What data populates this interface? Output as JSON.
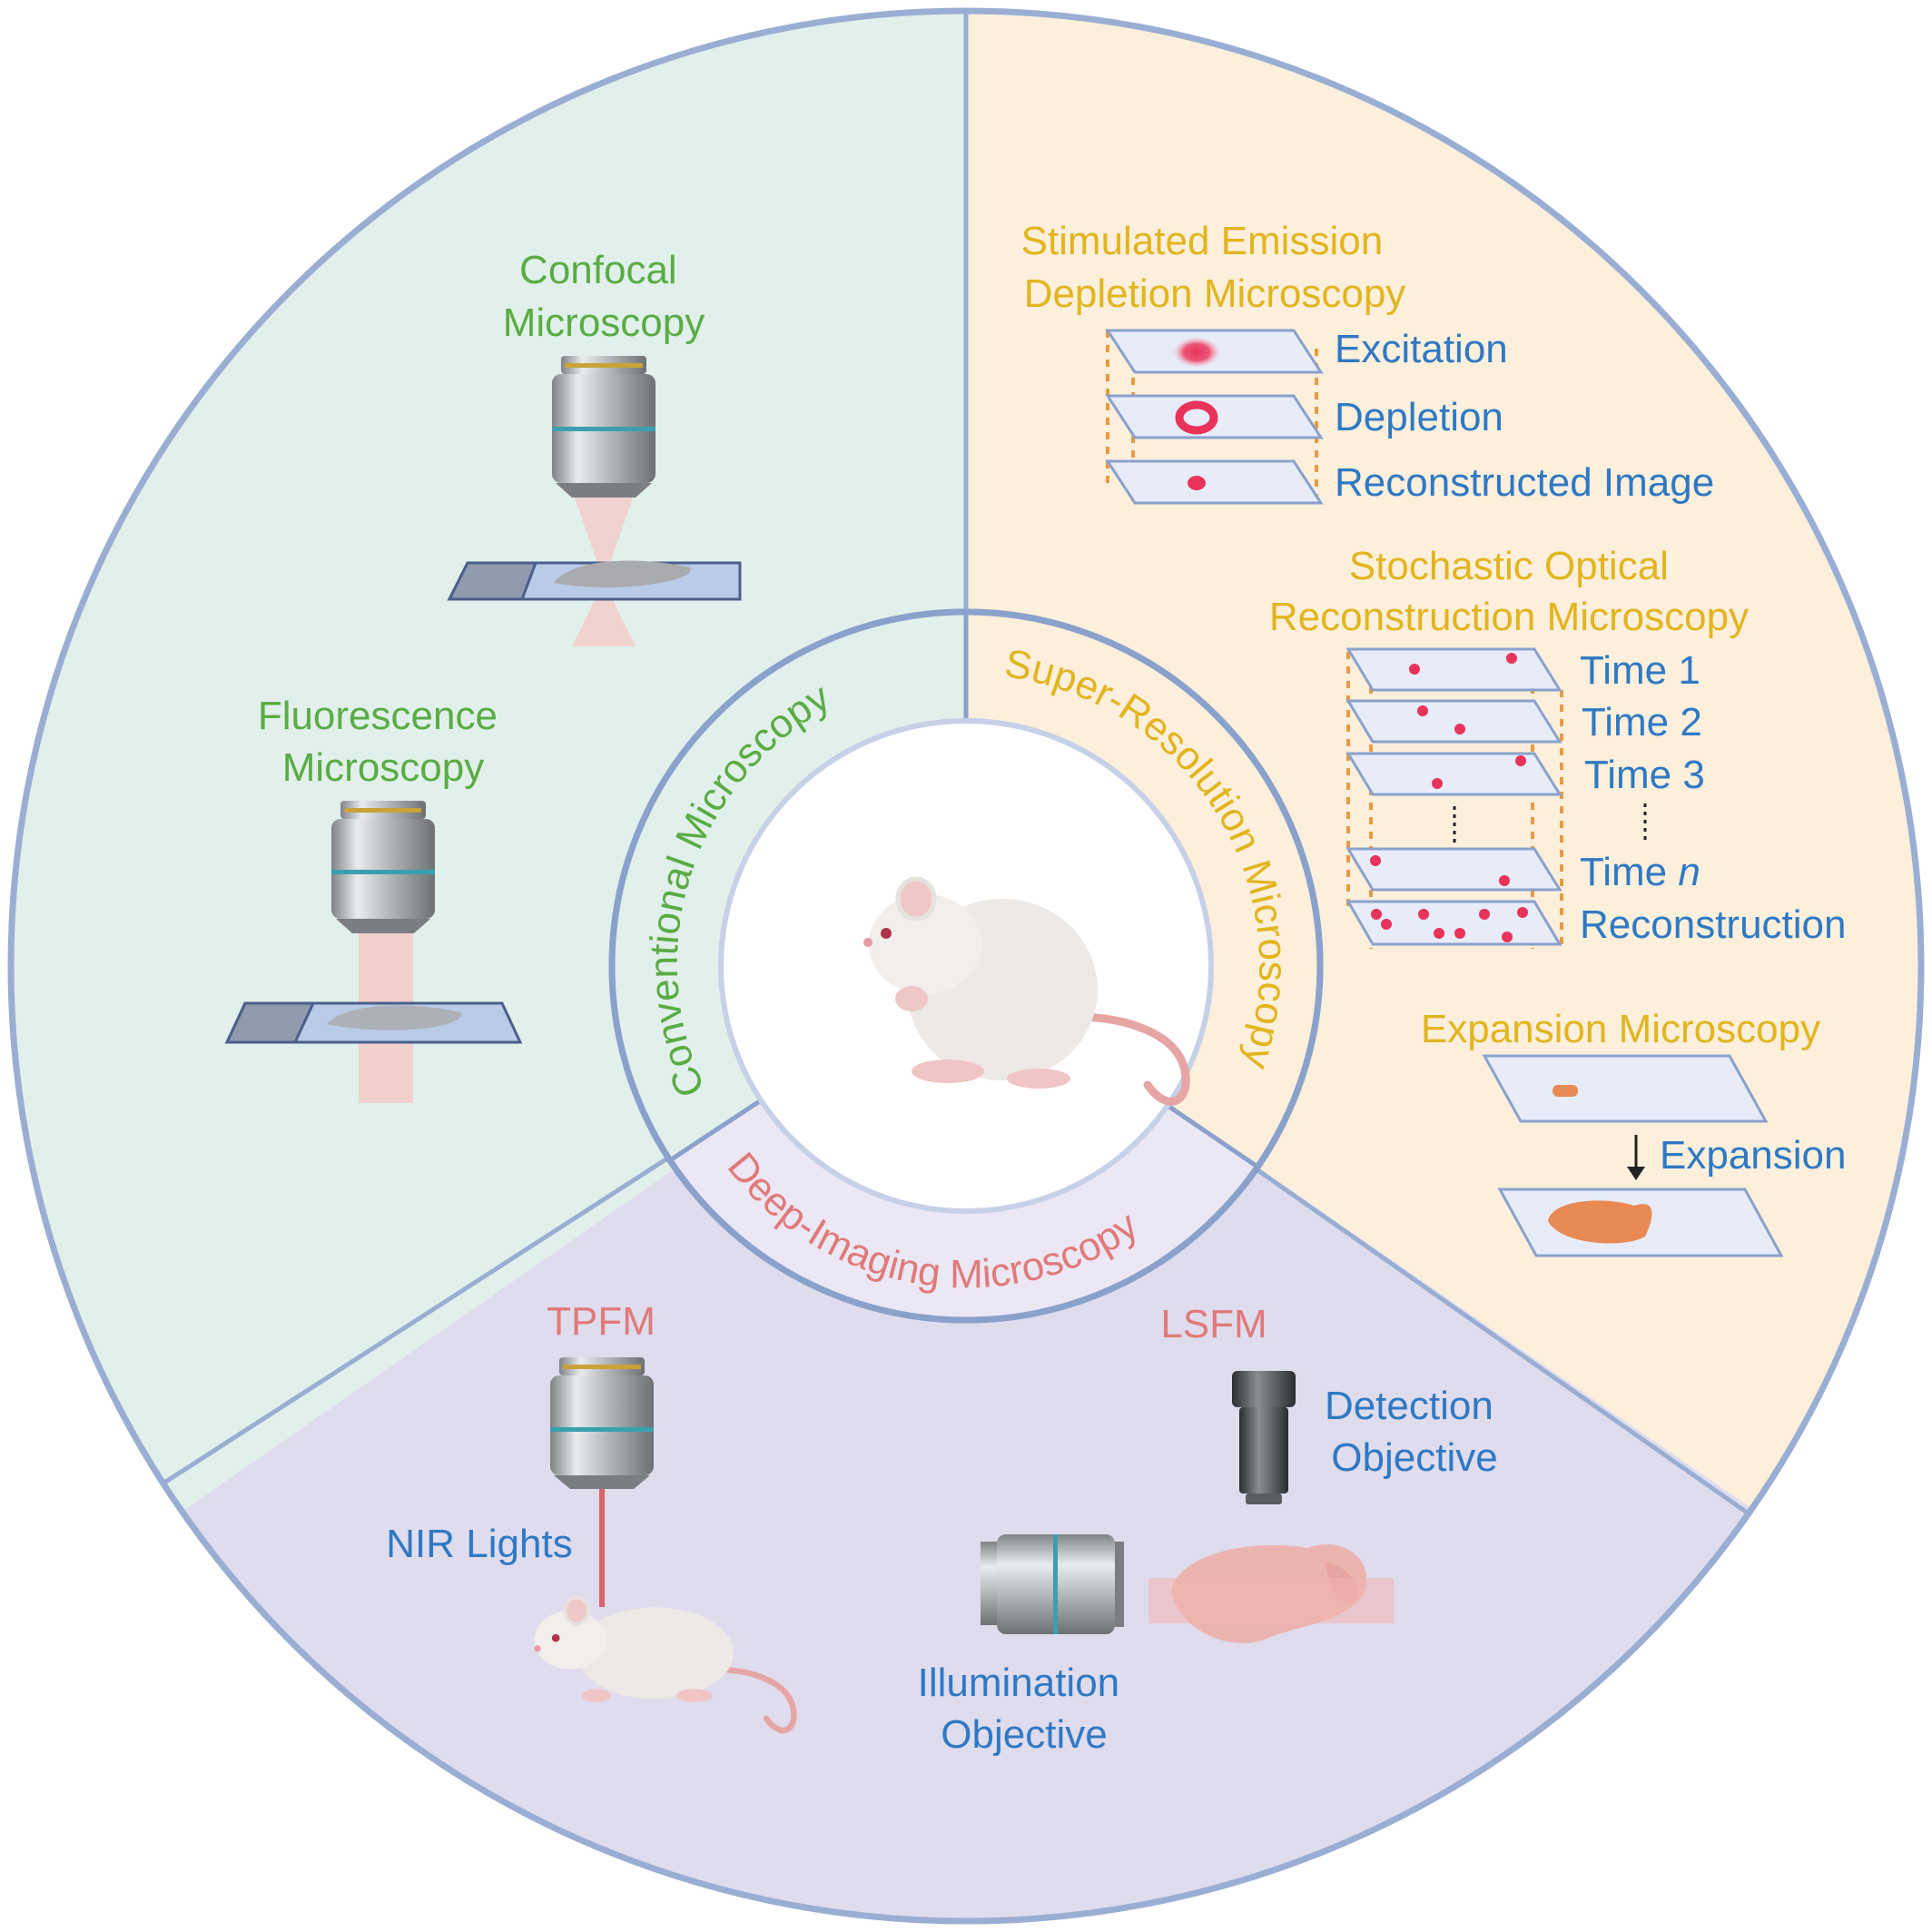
{
  "colors": {
    "ring_stroke": "#9aaed3",
    "conventional_bg": "#e2f0ec",
    "superres_bg": "#fcefdc",
    "deep_bg": "#dfdced",
    "green_text": "#5aac44",
    "yellow_text": "#e2b51e",
    "red_text": "#e07a7a",
    "blue_text": "#2f79c4",
    "dot": "#e8335b",
    "dash": "#e99a43"
  },
  "sections": {
    "conventional": {
      "ring_label": "Conventional Microscopy",
      "confocal_line1": "Confocal",
      "confocal_line2": "Microscopy",
      "fluorescence_line1": "Fluorescence",
      "fluorescence_line2": "Microscopy"
    },
    "super_resolution": {
      "ring_label": "Super-Resolution Microscopy",
      "sted_line1": "Stimulated Emission",
      "sted_line2": "Depletion Microscopy",
      "sted_layers": [
        "Excitation",
        "Depletion",
        "Reconstructed Image"
      ],
      "storm_line1": "Stochastic Optical",
      "storm_line2": "Reconstruction Microscopy",
      "storm_time_prefix": "Time",
      "storm_layers": [
        "1",
        "2",
        "3",
        "n"
      ],
      "storm_reconstruction": "Reconstruction",
      "expansion_title": "Expansion Microscopy",
      "expansion_label": "Expansion"
    },
    "deep_imaging": {
      "ring_label": "Deep-Imaging Microscopy",
      "tpfm": "TPFM",
      "nir": "NIR Lights",
      "lsfm": "LSFM",
      "detection_line1": "Detection",
      "detection_line2": "Objective",
      "illumination_line1": "Illumination",
      "illumination_line2": "Objective"
    }
  },
  "icons": [
    "mouse-icon",
    "objective-lens-icon",
    "glass-slide-icon",
    "brain-icon"
  ]
}
